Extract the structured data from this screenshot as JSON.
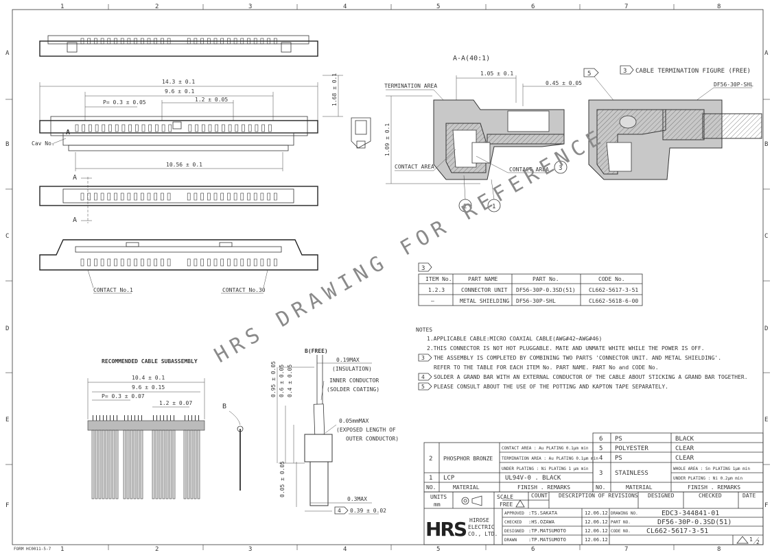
{
  "grid": {
    "cols": [
      "1",
      "2",
      "3",
      "4",
      "5",
      "6",
      "7",
      "8"
    ],
    "rows": [
      "A",
      "B",
      "C",
      "D",
      "E",
      "F"
    ]
  },
  "watermark": "HRS DRAWING FOR REFERENCE",
  "views": {
    "cav_no": "Cav No.",
    "mark_a": "A",
    "mark_b": "B",
    "contact_1": "CONTACT No.1",
    "contact_30": "CONTACT No.30",
    "dim_14_3": "14.3 ± 0.1",
    "dim_9_6": "9.6 ± 0.1",
    "dim_pitch": "P= 0.3 ± 0.05",
    "dim_1_2": "1.2 ± 0.05",
    "dim_1_68": "1.68 ± 0.1",
    "dim_10_56": "10.56 ± 0.1"
  },
  "section": {
    "title": "A-A(40:1)",
    "dim_1_05": "1.05 ± 0.1",
    "dim_0_45": "0.45 ± 0.05",
    "dim_1_09": "1.09 ± 0.1",
    "termination_area": "TERMINATION AREA",
    "contact_area_left": "CONTACT AREA",
    "contact_area_right": "CONTACT AREA",
    "balloon_1": "1",
    "balloon_2": "2",
    "balloon_3": "3"
  },
  "cable_fig": {
    "flag_5": "5",
    "flag_3": "3",
    "title": "CABLE TERMINATION FIGURE (FREE)",
    "part": "DF56-30P-SHL"
  },
  "items_table": {
    "flag": "3",
    "headers": [
      "ITEM No.",
      "PART NAME",
      "PART No.",
      "CODE No."
    ],
    "rows": [
      [
        "1.2.3",
        "CONNECTOR UNIT",
        "DF56-30P-0.3SD(51)",
        "CL662-5617-3-51"
      ],
      [
        "—",
        "METAL SHIELDING",
        "DF56-30P-SHL",
        "CL662-5618-6-00"
      ]
    ]
  },
  "notes": {
    "heading": "NOTES",
    "lines": [
      {
        "flag": "",
        "text": "1.APPLICABLE CABLE:MICRO COAXIAL CABLE(AWG#42~AWG#46)"
      },
      {
        "flag": "",
        "text": "2.THIS CONNECTOR IS NOT HOT PLUGGABLE. MATE AND UNMATE WHITE WHILE THE POWER IS OFF."
      },
      {
        "flag": "3",
        "text": "THE ASSEMBLY IS COMPLETED BY COMBINING TWO PARTS 'CONNECTOR UNIT. AND METAL SHIELDING'."
      },
      {
        "flag": "",
        "text": "REFER TO THE TABLE FOR EACH ITEM No. PART NAME. PART No and CODE No."
      },
      {
        "flag": "4",
        "text": "SOLDER A GRAND BAR WITH AN EXTERNAL CONDUCTOR OF THE CABLE ABOUT STICKING A GRAND BAR TOGETHER."
      },
      {
        "flag": "5",
        "text": "PLEASE CONSULT ABOUT THE USE OF THE POTTING AND KAPTON TAPE SEPARATELY."
      }
    ]
  },
  "subassembly": {
    "title": "RECOMMENDED CABLE SUBASSEMBLY",
    "dim_10_4": "10.4 ± 0.1",
    "dim_9_6": "9.6 ± 0.15",
    "dim_pitch": "P= 0.3 ± 0.07",
    "dim_1_2": "1.2 ± 0.07"
  },
  "detail_b": {
    "title": "B(FREE)",
    "d1": "0.19MAX",
    "d1b": "(INSULATION)",
    "d2": "INNER CONDUCTOR",
    "d2b": "(SOLDER COATING)",
    "d3": "0.05mmMAX",
    "d3b": "(EXPOSED LENGTH OF",
    "d3c": "OUTER CONDUCTOR)",
    "v1": "0.95 ± 0.05",
    "v2": "0.6 ± 0.05",
    "v3": "0.4 ± 0.05",
    "v4": "0.05 ± 0.05",
    "d4": "0.3MAX",
    "flag_4": "4",
    "d5": "0.39 ± 0.02"
  },
  "materials": {
    "left": [
      {
        "no": "2",
        "material": "PHOSPHOR BRONZE",
        "finish": [
          "CONTACT AREA : Au PLATING 0.1μm min",
          "TERMINATION AREA : Au PLATING 0.1μm min",
          "UNDER PLATING : Ni PLATING 1 μm min"
        ]
      },
      {
        "no": "1",
        "material": "LCP",
        "finish": [
          "UL94V-0 . BLACK"
        ]
      }
    ],
    "left_header": [
      "NO.",
      "MATERIAL",
      "FINISH . REMARKS"
    ],
    "right": [
      {
        "no": "6",
        "material": "PS",
        "finish": [
          "BLACK"
        ]
      },
      {
        "no": "5",
        "material": "POLYESTER",
        "finish": [
          "CLEAR"
        ]
      },
      {
        "no": "4",
        "material": "PS",
        "finish": [
          "CLEAR"
        ]
      },
      {
        "no": "3",
        "material": "STAINLESS",
        "finish": [
          "WHOLE AREA : Sn PLATING 1μm min",
          "UNDER PLATING : Ni 0.2μm min"
        ]
      }
    ],
    "right_header": [
      "NO.",
      "MATERIAL",
      "FINISH . REMARKS"
    ]
  },
  "title_block": {
    "units": "UNITS",
    "mm": "mm",
    "scale": "SCALE",
    "free": "FREE",
    "count": "COUNT",
    "description": "DESCRIPTION OF REVISIONS",
    "designed": "DESIGNED",
    "checked": "CHECKED",
    "date": "DATE",
    "logo": "HRS",
    "company": [
      "HIROSE",
      "ELECTRIC",
      "CO., LTD."
    ],
    "signoff": [
      {
        "role": "APPROVED",
        "name": ":TS.SAKATA",
        "date": "12.06.12"
      },
      {
        "role": "CHECKED",
        "name": ":HS.OZAWA",
        "date": "12.06.12"
      },
      {
        "role": "DESIGNED",
        "name": ":TP.MATSUMOTO",
        "date": "12.06.12"
      },
      {
        "role": "DRAWN",
        "name": ":TP.MATSUMOTO",
        "date": "12.06.12"
      }
    ],
    "drawing_no_label": "DRAWING NO.",
    "drawing_no": "EDC3-344841-01",
    "part_no_label": "PART NO.",
    "part_no": "DF56-30P-0.3SD(51)",
    "code_no_label": "CODE NO.",
    "code_no": "CL662-5617-3-51",
    "sheet": "1",
    "sheet_total": "2"
  },
  "form_no": "FORM HC0011-5-7"
}
